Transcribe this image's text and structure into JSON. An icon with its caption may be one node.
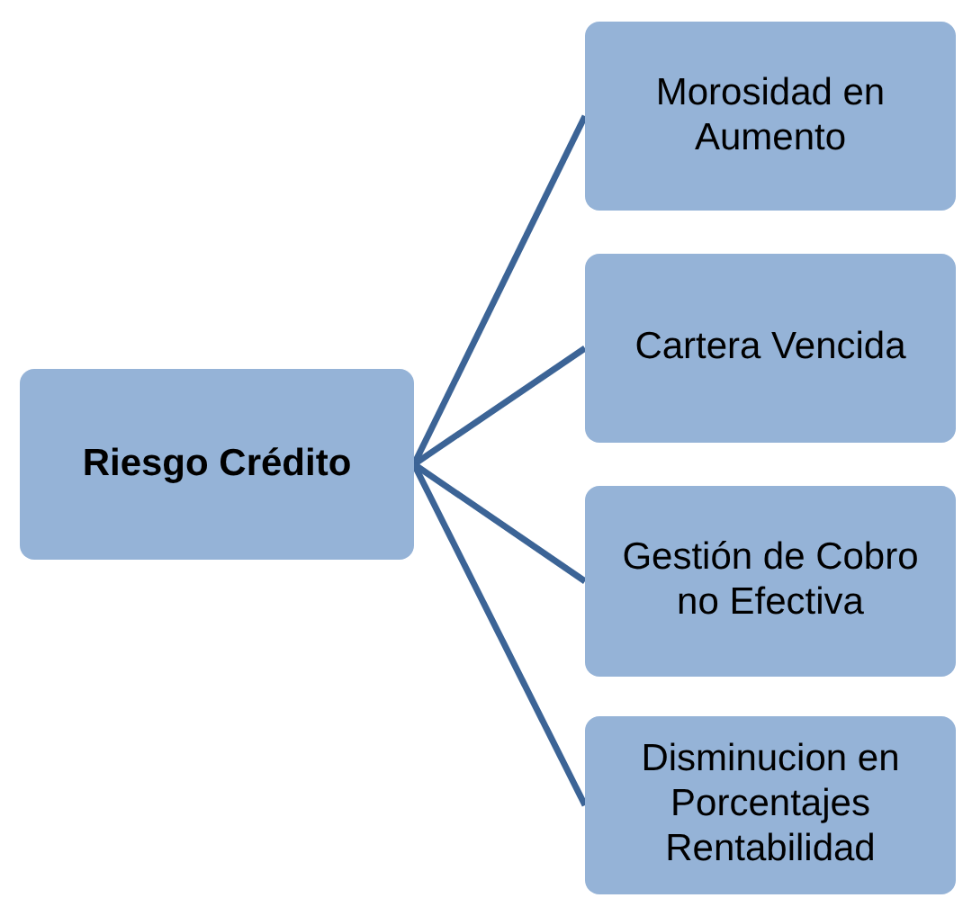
{
  "diagram": {
    "nodes": [
      {
        "text": [
          "Riesgo Crédito"
        ]
      },
      {
        "text": [
          "Morosidad en Aumento"
        ]
      },
      {
        "text": [
          "Cartera Vencida"
        ]
      },
      {
        "text": [
          "Gestión de Cobro no Efectiva"
        ]
      },
      {
        "text": [
          "Disminucion en Porcentajes Rentabilidad"
        ]
      }
    ],
    "edges": [
      {
        "from": 0,
        "to": 1,
        "arrow": "none"
      },
      {
        "from": 0,
        "to": 2,
        "arrow": "none"
      },
      {
        "from": 0,
        "to": 3,
        "arrow": "none"
      },
      {
        "from": 0,
        "to": 4,
        "arrow": "none"
      }
    ]
  }
}
